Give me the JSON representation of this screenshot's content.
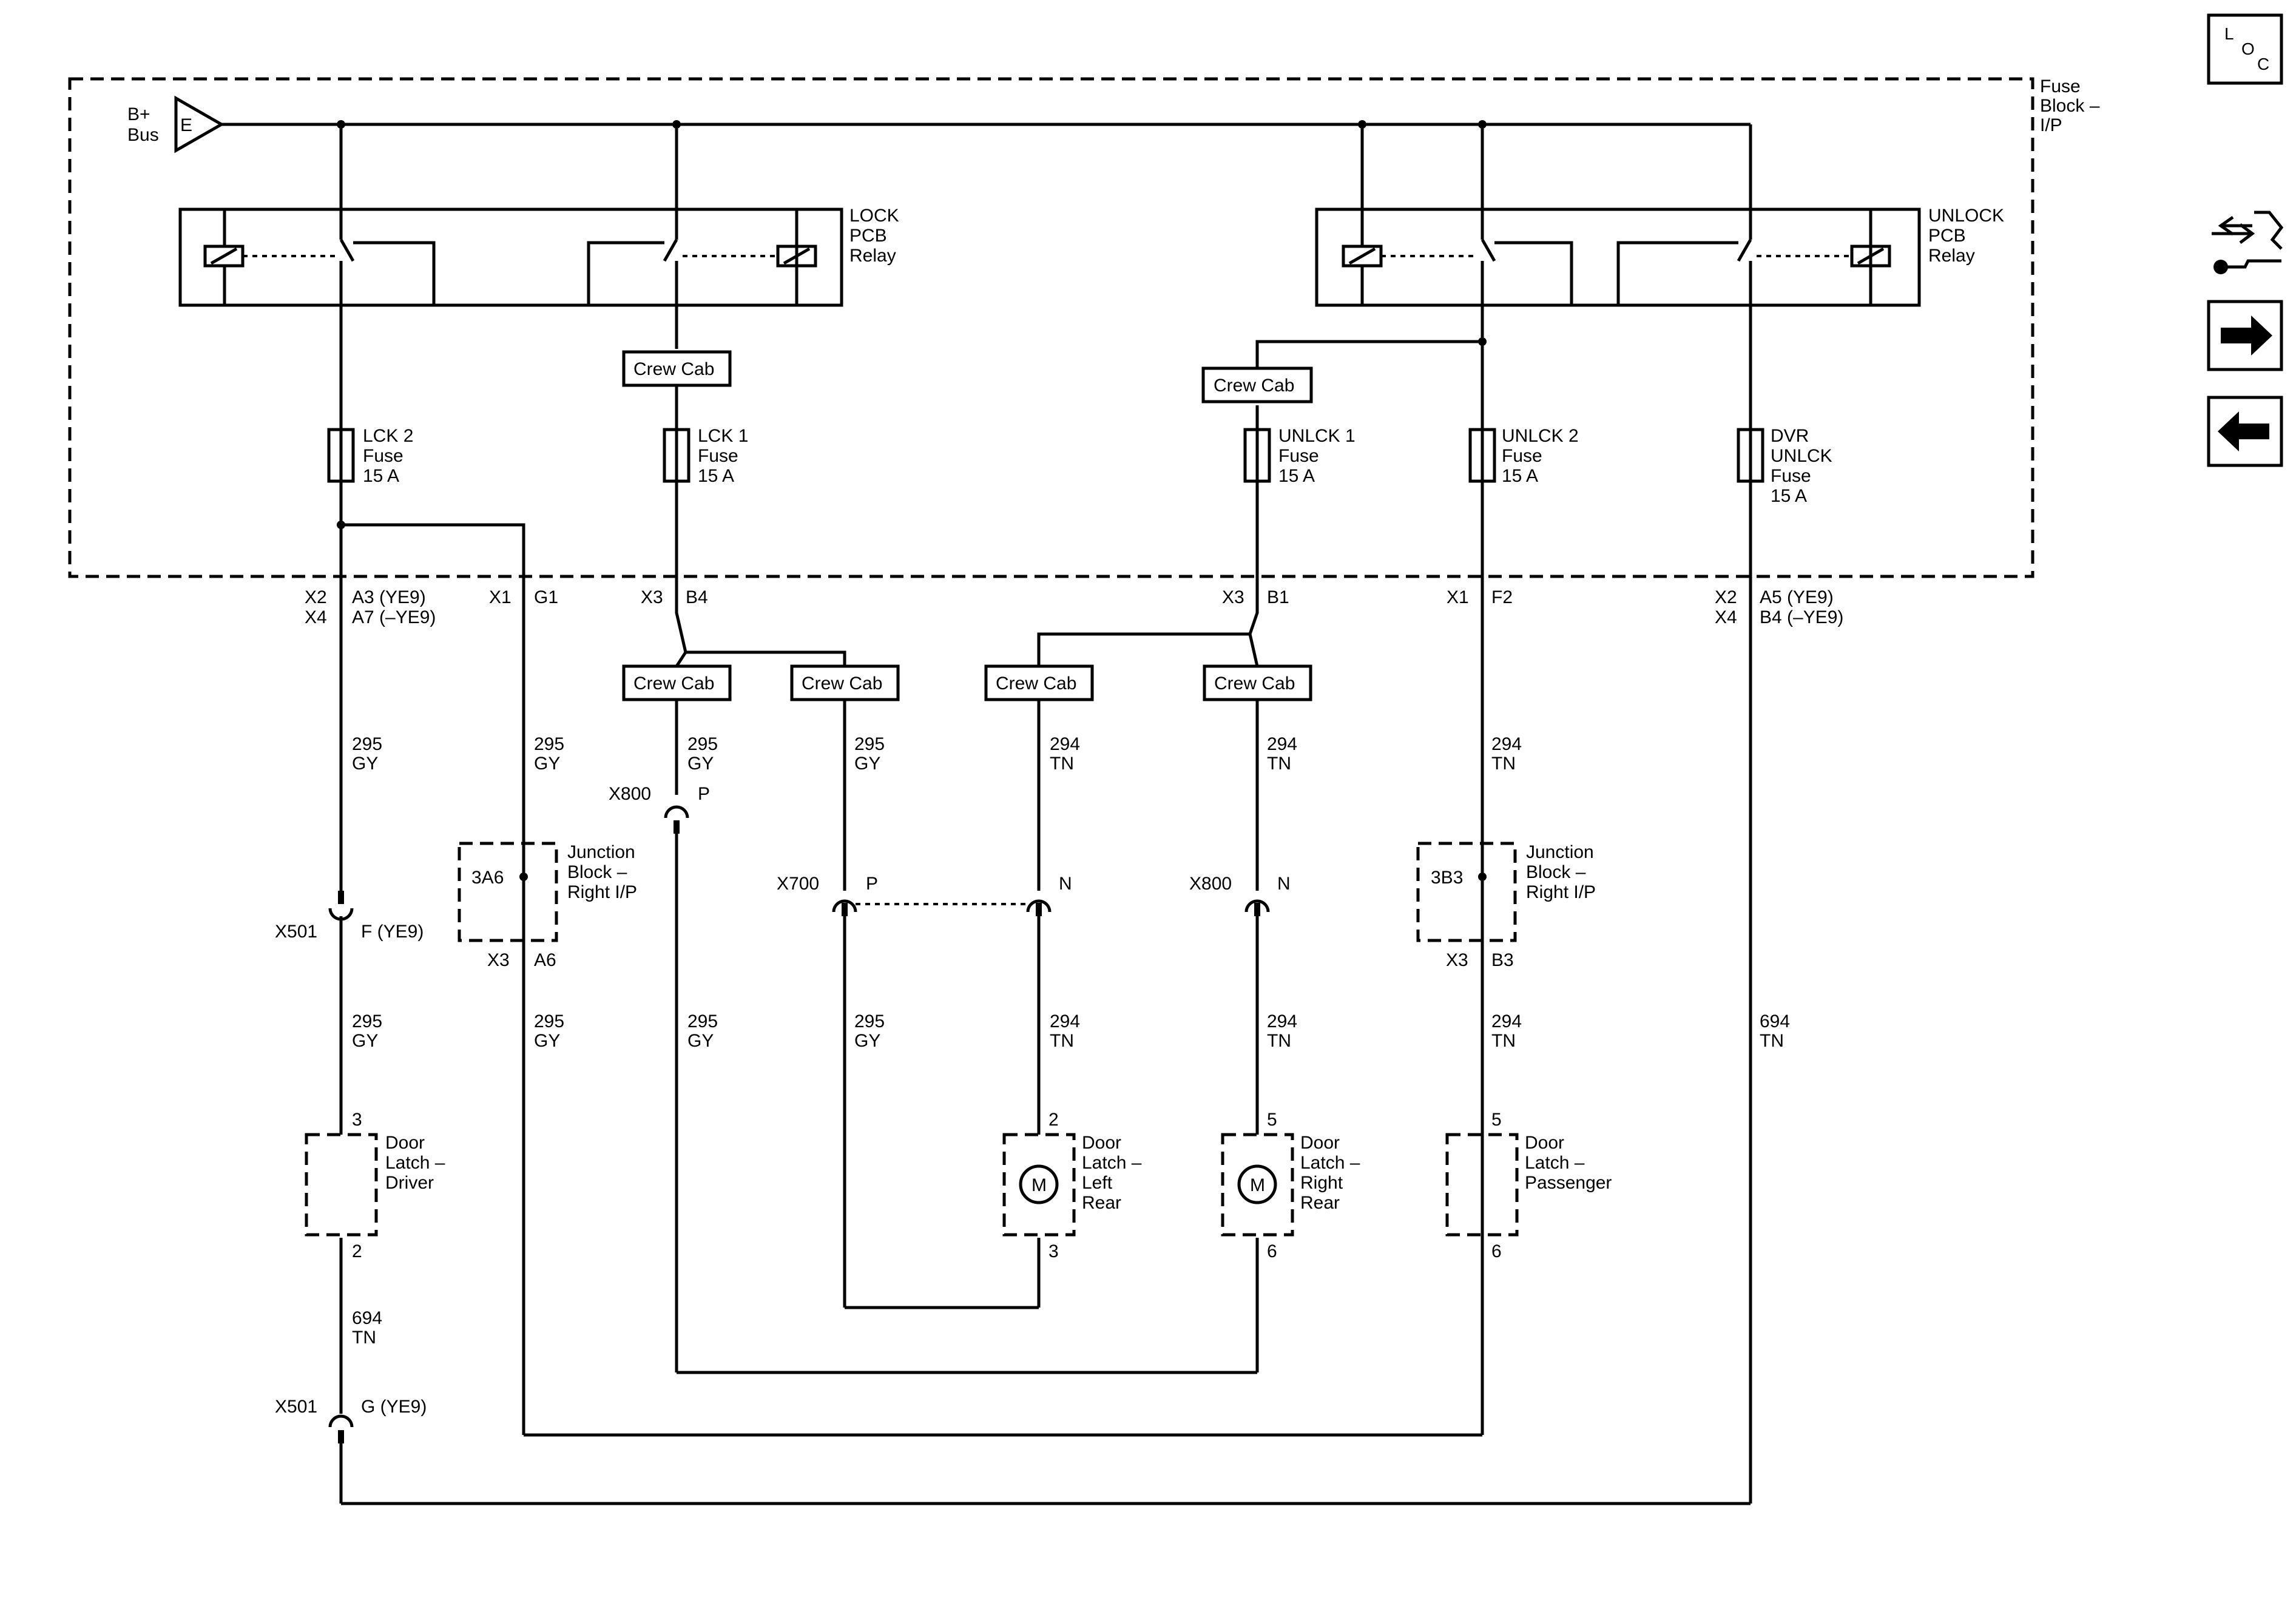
{
  "fuse_block": {
    "label_lines": [
      "Fuse",
      "Block –",
      "I/P"
    ]
  },
  "bplus": {
    "label_lines": [
      "B+",
      "Bus"
    ],
    "terminal": "E"
  },
  "relays": {
    "lock": {
      "label_lines": [
        "LOCK",
        "PCB",
        "Relay"
      ]
    },
    "unlock": {
      "label_lines": [
        "UNLOCK",
        "PCB",
        "Relay"
      ]
    }
  },
  "crew_cab": "Crew Cab",
  "fuses": [
    {
      "lines": [
        "LCK 2",
        "Fuse",
        "15 A"
      ]
    },
    {
      "lines": [
        "LCK 1",
        "Fuse",
        "15 A"
      ]
    },
    {
      "lines": [
        "UNLCK 1",
        "Fuse",
        "15 A"
      ]
    },
    {
      "lines": [
        "UNLCK 2",
        "Fuse",
        "15 A"
      ]
    },
    {
      "lines": [
        "DVR",
        "UNLCK",
        "Fuse",
        "15 A"
      ]
    }
  ],
  "pins": {
    "x2": "X2",
    "a3": "A3 (YE9)",
    "x4": "X4",
    "a7": "A7 (–YE9)",
    "x1_g": "X1",
    "g1": "G1",
    "x3_b4": "X3",
    "b4": "B4",
    "x3_b1": "X3",
    "b1": "B1",
    "x1_f": "X1",
    "f2": "F2",
    "x2r": "X2",
    "a5": "A5 (YE9)",
    "x4r": "X4",
    "b4r": "B4 (–YE9)"
  },
  "wires": {
    "w295": "295",
    "gy": "GY",
    "w294": "294",
    "tn": "TN",
    "w694": "694"
  },
  "connectors": {
    "x800": "X800",
    "p": "P",
    "n": "N",
    "x700": "X700",
    "x501": "X501",
    "f_ye9": "F (YE9)",
    "g_ye9": "G (YE9)"
  },
  "junction": {
    "left": {
      "code": "3A6",
      "lines": [
        "Junction",
        "Block –",
        "Right I/P"
      ],
      "x": "X3",
      "pin": "A6"
    },
    "right": {
      "code": "3B3",
      "lines": [
        "Junction",
        "Block –",
        "Right I/P"
      ],
      "x": "X3",
      "pin": "B3"
    }
  },
  "latches": {
    "driver": {
      "lines": [
        "Door",
        "Latch –",
        "Driver"
      ],
      "top": "3",
      "bottom": "2"
    },
    "left_rear": {
      "lines": [
        "Door",
        "Latch –",
        "Left",
        "Rear"
      ],
      "top": "2",
      "bottom": "3",
      "motor": "M"
    },
    "right_rear": {
      "lines": [
        "Door",
        "Latch –",
        "Right",
        "Rear"
      ],
      "top": "5",
      "bottom": "6",
      "motor": "M"
    },
    "passenger": {
      "lines": [
        "Door",
        "Latch –",
        "Passenger"
      ],
      "top": "5",
      "bottom": "6"
    }
  },
  "sidebar": {
    "loc": {
      "l": "L",
      "o": "O",
      "c": "C"
    },
    "icons": [
      "connector-tool-icon",
      "arrow-right-icon",
      "arrow-left-icon"
    ]
  }
}
